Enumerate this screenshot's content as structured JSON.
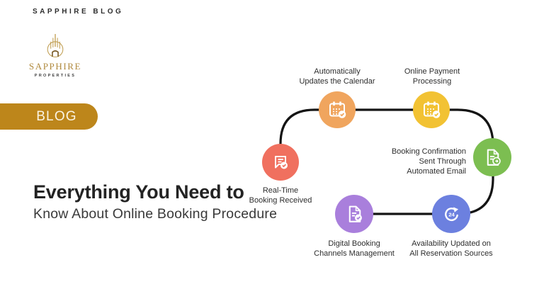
{
  "page": {
    "background": "#FFFFFF"
  },
  "header": {
    "brand_text": "SAPPHIRE BLOG"
  },
  "logo": {
    "title": "SAPPHIRE",
    "subtitle": "PROPERTIES",
    "gold": "#B08A3E"
  },
  "blog_badge": {
    "label": "BLOG",
    "color": "#BD861B"
  },
  "headline": {
    "line1": "Everything You Need to",
    "line2": "Know About Online Booking Procedure"
  },
  "diagram": {
    "connector_color": "#141414",
    "steps": [
      {
        "name": "automatic-calendar-update",
        "icon": "calendar-check-icon",
        "color": "#F0A55E",
        "label_lines": [
          "Automatically",
          "Updates the Calendar"
        ]
      },
      {
        "name": "online-payment-processing",
        "icon": "calendar-check-icon",
        "color": "#F2C233",
        "label_lines": [
          "Online Payment",
          "Processing"
        ]
      },
      {
        "name": "booking-confirmation-email",
        "icon": "document-send-icon",
        "color": "#7CBE51",
        "label_lines": [
          "Booking Confirmation",
          "Sent Through",
          "Automated Email"
        ]
      },
      {
        "name": "availability-update",
        "icon": "refresh-24-icon",
        "color": "#6C80DF",
        "icon_text": "24",
        "label_lines": [
          "Availability Updated on",
          "All Reservation Sources"
        ]
      },
      {
        "name": "digital-booking-channels",
        "icon": "document-check-icon",
        "color": "#A97FDC",
        "label_lines": [
          "Digital Booking",
          "Channels Management"
        ]
      },
      {
        "name": "real-time-booking",
        "icon": "chat-check-icon",
        "color": "#F0705F",
        "label_lines": [
          "Real-Time",
          "Booking Received"
        ]
      }
    ]
  }
}
